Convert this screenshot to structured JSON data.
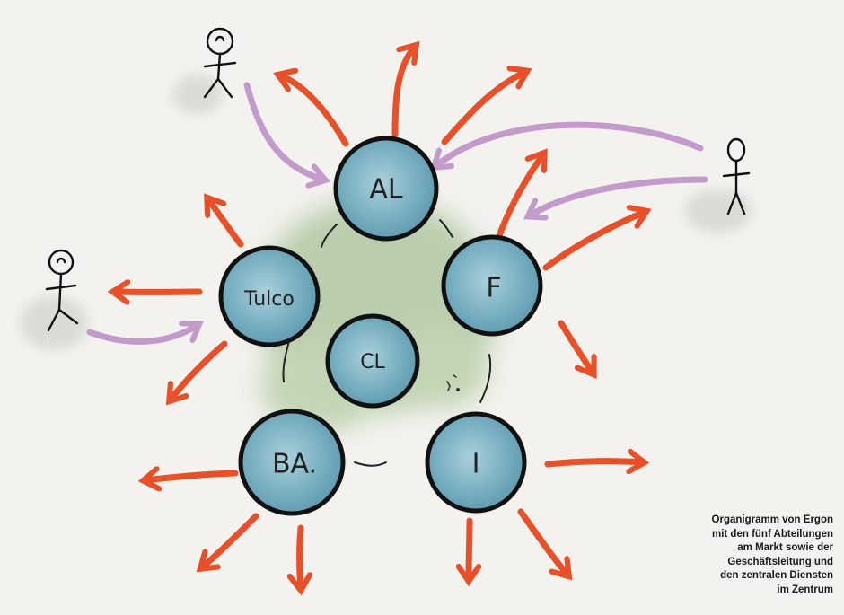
{
  "diagram": {
    "nodes": [
      {
        "id": "al",
        "label": "AL"
      },
      {
        "id": "tulco",
        "label": "Tulco"
      },
      {
        "id": "f",
        "label": "F"
      },
      {
        "id": "cl",
        "label": "CL"
      },
      {
        "id": "ba",
        "label": "BA."
      },
      {
        "id": "i",
        "label": "I"
      }
    ],
    "actors": [
      "top-left",
      "left",
      "right"
    ]
  },
  "caption": {
    "lines": [
      "Organigramm von Ergon",
      "mit den fünf Abteilungen",
      "am Markt sowie der",
      "Geschäftsleitung und",
      "den zentralen Diensten",
      "im Zentrum"
    ]
  },
  "colors": {
    "background": "#f3f2ee",
    "node_fill": "#7fb2c4",
    "node_stroke": "#111111",
    "arrow_red": "#e8502a",
    "arrow_lilac": "#c39bcb",
    "center_green": "#8db07a",
    "actor_shadow": "#c9cdc6"
  }
}
